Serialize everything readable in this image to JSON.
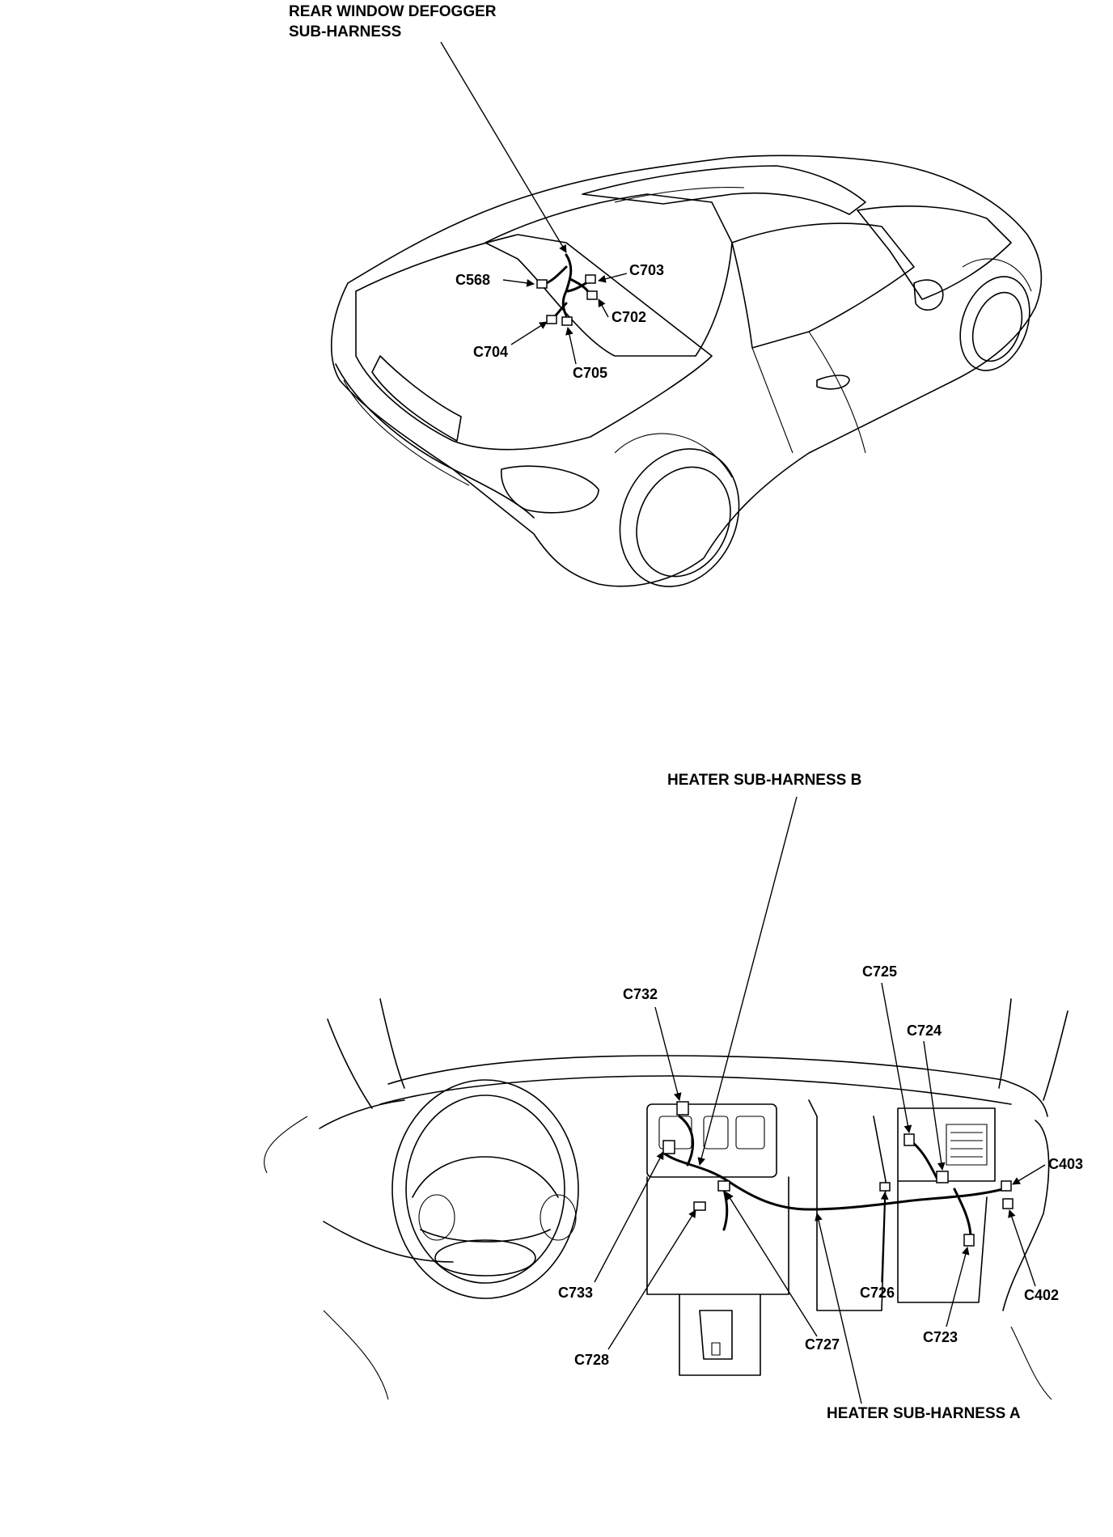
{
  "top_view": {
    "harness_label": [
      "REAR WINDOW DEFOGGER",
      "SUB-HARNESS"
    ],
    "connectors": [
      "C568",
      "C703",
      "C702",
      "C704",
      "C705"
    ]
  },
  "bottom_view": {
    "harness_b_label": "HEATER SUB-HARNESS B",
    "harness_a_label": "HEATER SUB-HARNESS A",
    "connectors": [
      "C732",
      "C725",
      "C724",
      "C403",
      "C402",
      "C726",
      "C723",
      "C733",
      "C728",
      "C727"
    ]
  }
}
